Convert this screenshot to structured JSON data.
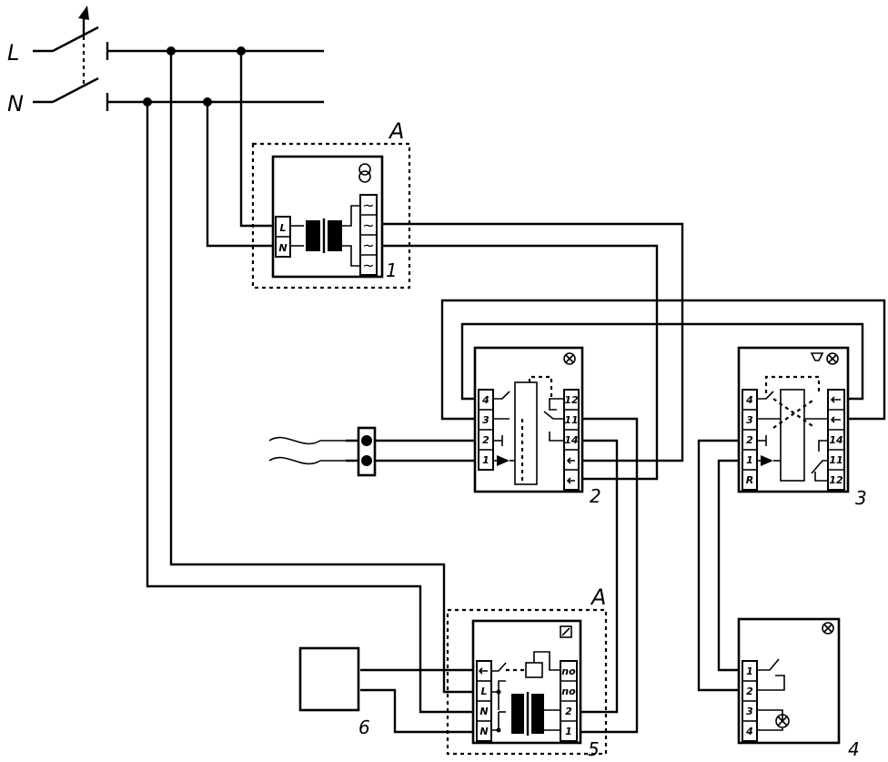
{
  "mains": {
    "line_label": "L",
    "neutral_label": "N"
  },
  "area_label": "A",
  "devices": {
    "power_supply": {
      "number": "1",
      "icon": "transformer-icon",
      "terminals_in": [
        "L",
        "N"
      ]
    },
    "smoke_detector": {
      "number": "2",
      "icon": "alarm-lamp-icon",
      "terminals_left": [
        "4",
        "3",
        "2",
        "1"
      ],
      "terminals_right": [
        "12",
        "11",
        "14"
      ]
    },
    "siren_detector": {
      "number": "3",
      "icon": "siren-icon",
      "terminals_left": [
        "4",
        "3",
        "2",
        "1",
        "R"
      ],
      "terminals_right": [
        "14",
        "11",
        "12"
      ]
    },
    "light_unit": {
      "number": "4",
      "icon": "lamp-icon",
      "terminals": [
        "1",
        "2",
        "3",
        "4"
      ]
    },
    "relay_unit": {
      "number": "5",
      "icon": "relay-icon",
      "terminals_left": [
        "L",
        "N",
        "N"
      ],
      "terminals_right": [
        "no",
        "no",
        "2",
        "1"
      ]
    },
    "load": {
      "number": "6"
    }
  }
}
